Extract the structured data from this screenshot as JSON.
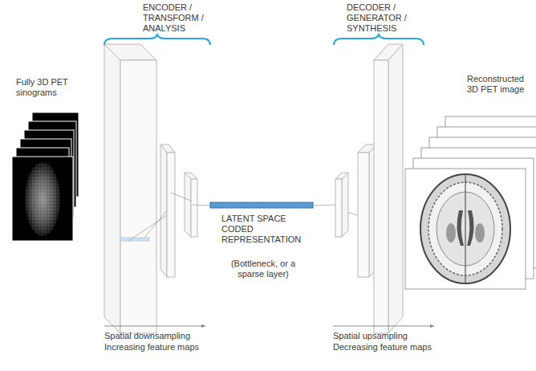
{
  "diagram": {
    "nodes": [
      {
        "text": [
          "Fully 3D PET sinograms"
        ]
      },
      {
        "text": [
          "Reconstructed 3D PET image"
        ]
      }
    ],
    "labels": [
      "ENCODER / TRANSFORM / ANALYSIS",
      "DECODER / GENERATOR / SYNTHESIS",
      "LATENT SPACE CODED REPRESENTATION",
      "(Bottleneck, or a sparse layer)",
      "Spatial downsampling",
      "Increasing feature maps",
      "Spatial upsampling",
      "Decreasing feature maps"
    ]
  }
}
